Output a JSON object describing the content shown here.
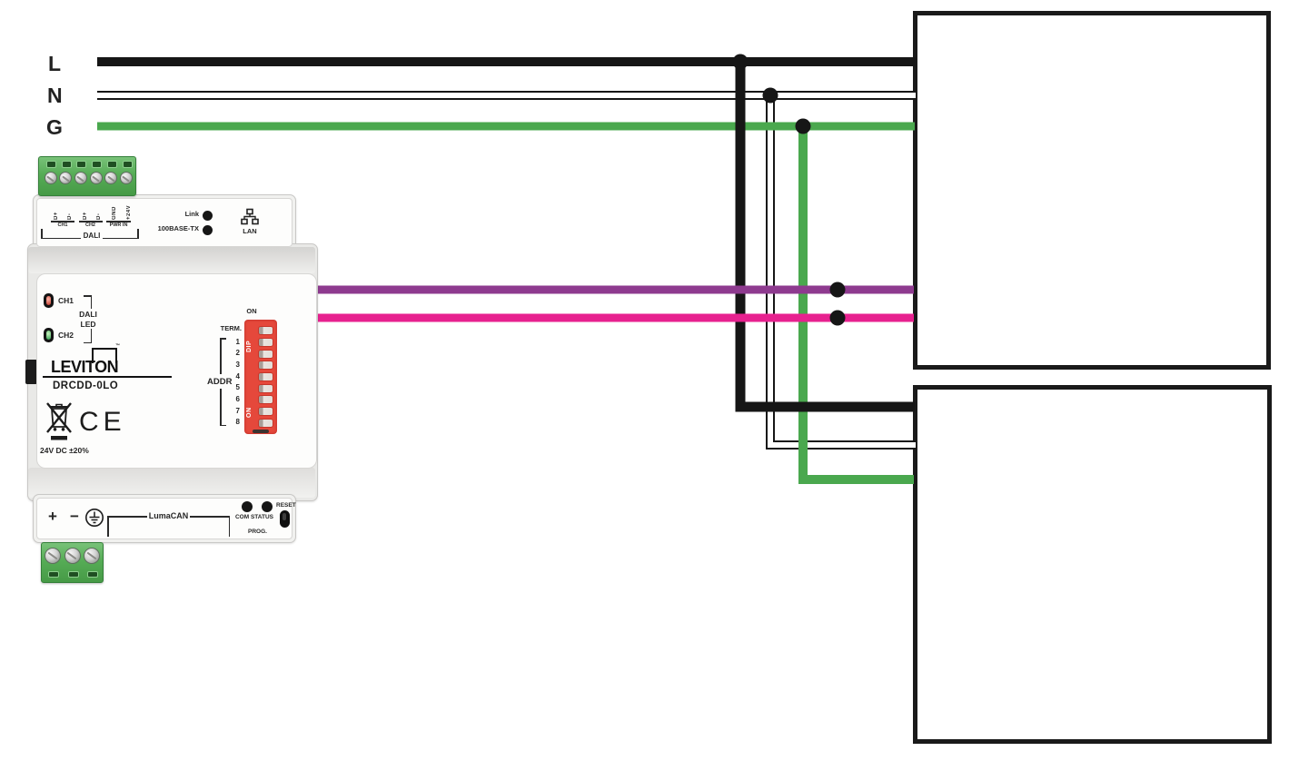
{
  "diagram": {
    "power_labels": {
      "line": "L",
      "neutral": "N",
      "ground": "G"
    },
    "colors": {
      "line": "#161616",
      "neutral_fill": "#ffffff",
      "neutral_outline": "#161616",
      "ground": "#4aa84e",
      "dali_ch1": "#8e3a8f",
      "dali_ch2": "#e7218f",
      "junction": "#161616",
      "box_border": "#1a1a1a"
    }
  },
  "device": {
    "brand": "LEVITON",
    "trademark": "™",
    "model": "DRCDD-0LO",
    "rating": "24V DC ±20%",
    "top_panel": {
      "pins": [
        "D+",
        "D-",
        "D+",
        "D-",
        "GND",
        "+24V"
      ],
      "groups": [
        "CH1",
        "CH2",
        "PWR IN"
      ],
      "bus": "DALI",
      "link_led": "Link",
      "speed_led": "100BASE-TX",
      "port": "LAN"
    },
    "front": {
      "ch1": "CH1",
      "ch2": "CH2",
      "led_caption_line1": "DALI",
      "led_caption_line2": "LED",
      "dip": {
        "on_top": "ON",
        "term": "TERM.",
        "addr": "ADDR",
        "numbers": [
          "1",
          "2",
          "3",
          "4",
          "5",
          "6",
          "7",
          "8"
        ],
        "side_top": "DIP",
        "side_bottom": "ON"
      }
    },
    "bottom_panel": {
      "plus": "+",
      "minus": "−",
      "bus": "LumaCAN",
      "status": "COM STATUS",
      "reset": "RESET",
      "prog": "PROG."
    }
  }
}
